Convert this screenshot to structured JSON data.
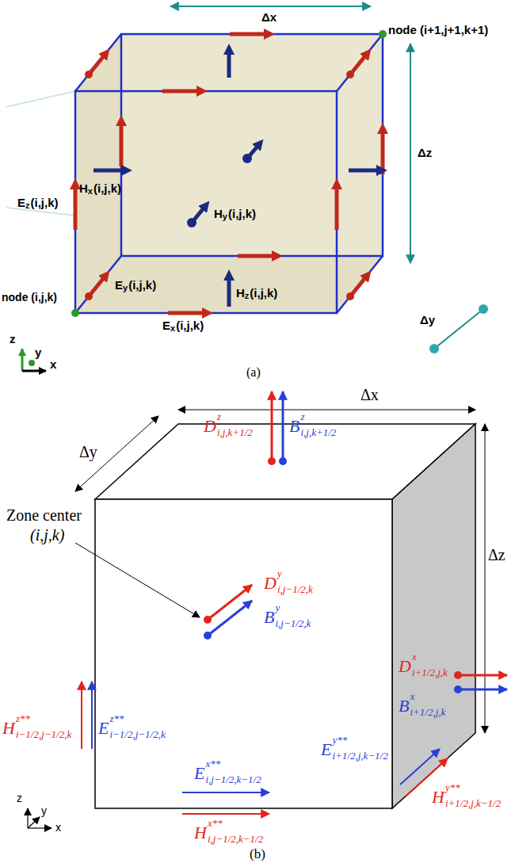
{
  "diagram": {
    "labels": [
      "Δx",
      "node (i+1,j+1,k+1)",
      "Δz",
      "E",
      "z",
      "(i,j,k)",
      "H",
      "x",
      "(i,j,k)",
      "H",
      "y",
      "(i,j,k)",
      "E",
      "y",
      "(i,j,k)",
      "H",
      "z",
      "(i,j,k)",
      "node (i,j,k)",
      "E",
      "x",
      "(i,j,k)",
      "Δy",
      "z",
      "y",
      "x",
      "(a)",
      "Δx",
      "Δy",
      "Δz",
      "D",
      "z",
      "i,j,k+1/2",
      "B",
      "z",
      "i,j,k+1/2",
      "Zone center",
      "(i,j,k)",
      "D",
      "y",
      "i,j−1/2,k",
      "B",
      "y",
      "i,j−1/2,k",
      "D",
      "x",
      "i+1/2,j,k",
      "B",
      "x",
      "i+1/2,j,k",
      "H",
      "z**",
      "i−1/2,j−1/2,k",
      "E",
      "z**",
      "i−1/2,j−1/2,k",
      "E",
      "y**",
      "i+1/2,j,k−1/2",
      "H",
      "y**",
      "i+1/2,j,k−1/2",
      "E",
      "x**",
      "i,j−1/2,k−1/2",
      "H",
      "x**",
      "i,j−1/2,k−1/2",
      "z",
      "y",
      "x",
      "(b)"
    ]
  }
}
